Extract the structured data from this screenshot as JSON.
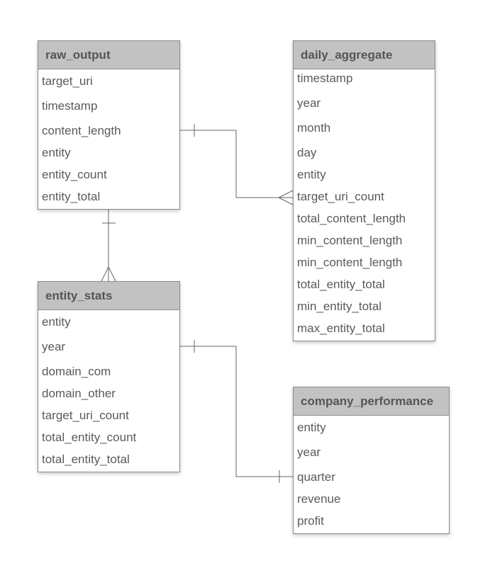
{
  "diagram": {
    "entities": [
      {
        "id": "raw_output",
        "title": "raw_output",
        "fields": [
          "target_uri",
          "timestamp",
          "content_length",
          "entity",
          "entity_count",
          "entity_total"
        ]
      },
      {
        "id": "daily_aggregate",
        "title": "daily_aggregate",
        "fields": [
          "timestamp",
          "year",
          "month",
          "day",
          "entity",
          "target_uri_count",
          "total_content_length",
          "min_content_length",
          "min_content_length",
          "total_entity_total",
          "min_entity_total",
          "max_entity_total"
        ]
      },
      {
        "id": "entity_stats",
        "title": "entity_stats",
        "fields": [
          "entity",
          "year",
          "domain_com",
          "domain_other",
          "target_uri_count",
          "total_entity_count",
          "total_entity_total"
        ]
      },
      {
        "id": "company_performance",
        "title": "company_performance",
        "fields": [
          "entity",
          "year",
          "quarter",
          "revenue",
          "profit"
        ]
      }
    ],
    "relationships": [
      {
        "from": "raw_output",
        "from_cardinality": "one",
        "to": "daily_aggregate",
        "to_cardinality": "many"
      },
      {
        "from": "raw_output",
        "from_cardinality": "one",
        "to": "entity_stats",
        "to_cardinality": "many"
      },
      {
        "from": "entity_stats",
        "from_cardinality": "one",
        "to": "company_performance",
        "to_cardinality": "one"
      }
    ],
    "colors": {
      "header_fill": "#c2c2c2",
      "border": "#8c8c8c",
      "text": "#5a5a5a",
      "title_text": "#555555",
      "connector": "#666666"
    }
  }
}
